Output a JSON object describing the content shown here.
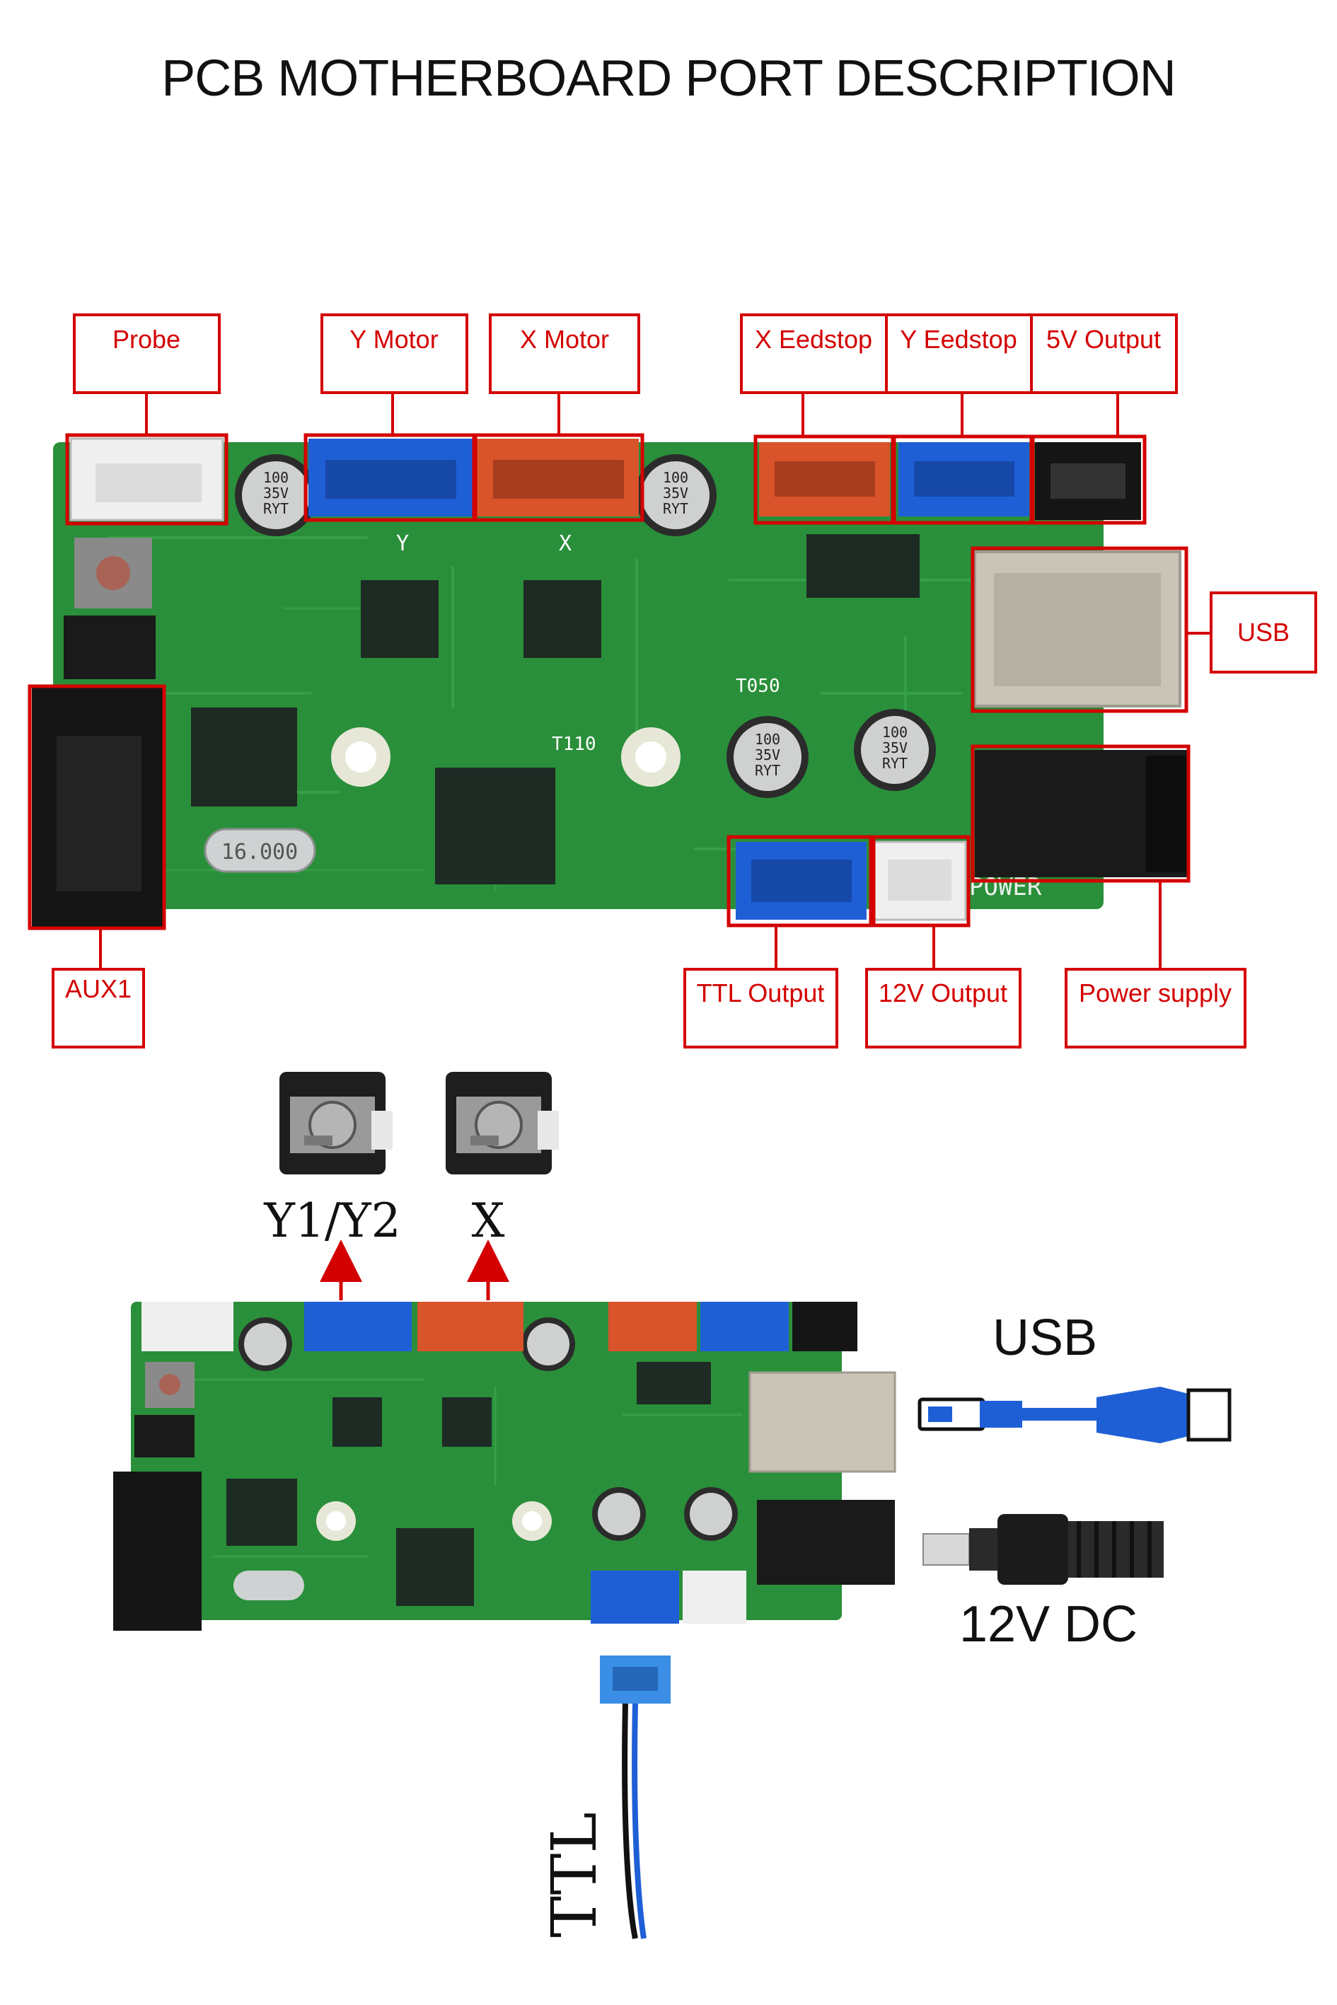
{
  "title": "PCB MOTHERBOARD PORT DESCRIPTION",
  "port_labels": {
    "probe": "Probe",
    "y_motor": "Y Motor",
    "x_motor": "X Motor",
    "x_endstop": "X Eedstop",
    "y_endstop": "Y Eedstop",
    "output_5v": "5V Output",
    "usb": "USB",
    "aux1": "AUX1",
    "ttl_output": "TTL Output",
    "output_12v": "12V Output",
    "power_supply": "Power supply"
  },
  "wiring": {
    "motor_y": "Y1/Y2",
    "motor_x": "X",
    "usb": "USB",
    "dc": "12V DC",
    "ttl": "TTL"
  },
  "silkscreen": {
    "cap": [
      "100",
      "35V",
      "RYT"
    ],
    "crystal": "16.000",
    "power": "POWER",
    "y": "Y",
    "x": "X",
    "t050": "T050",
    "t110": "T110"
  },
  "colors": {
    "label_red": "#d40000",
    "pcb_green": "#2a8f3a",
    "connector_blue": "#1f5fd6",
    "connector_orange": "#d9532b",
    "connector_white": "#efefef",
    "connector_black": "#151515"
  }
}
